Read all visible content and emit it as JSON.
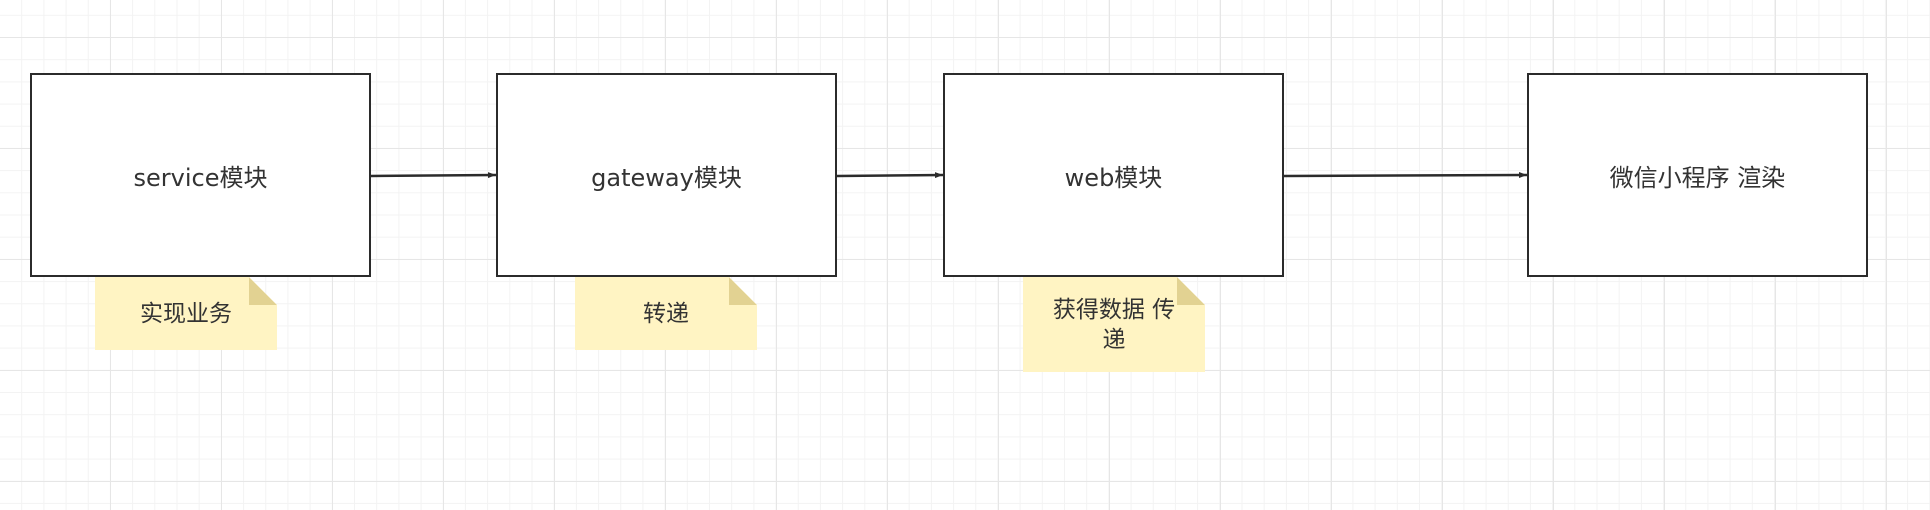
{
  "diagram": {
    "nodes": [
      {
        "id": "service",
        "label": "service模块"
      },
      {
        "id": "gateway",
        "label": "gateway模块"
      },
      {
        "id": "web",
        "label": "web模块"
      },
      {
        "id": "wechat",
        "label": "微信小程序 渲染"
      }
    ],
    "notes": [
      {
        "attached_to": "service",
        "text": "实现业务"
      },
      {
        "attached_to": "gateway",
        "text": "转递"
      },
      {
        "attached_to": "web",
        "text": "获得数据 传递"
      }
    ],
    "edges": [
      {
        "from": "service",
        "to": "gateway"
      },
      {
        "from": "gateway",
        "to": "web"
      },
      {
        "from": "web",
        "to": "wechat"
      }
    ],
    "colors": {
      "box_border": "#2b2b2b",
      "arrow": "#2b2b2b",
      "note_fill": "#fff4c3",
      "note_fold": "#e2d292",
      "text": "#333333"
    }
  }
}
